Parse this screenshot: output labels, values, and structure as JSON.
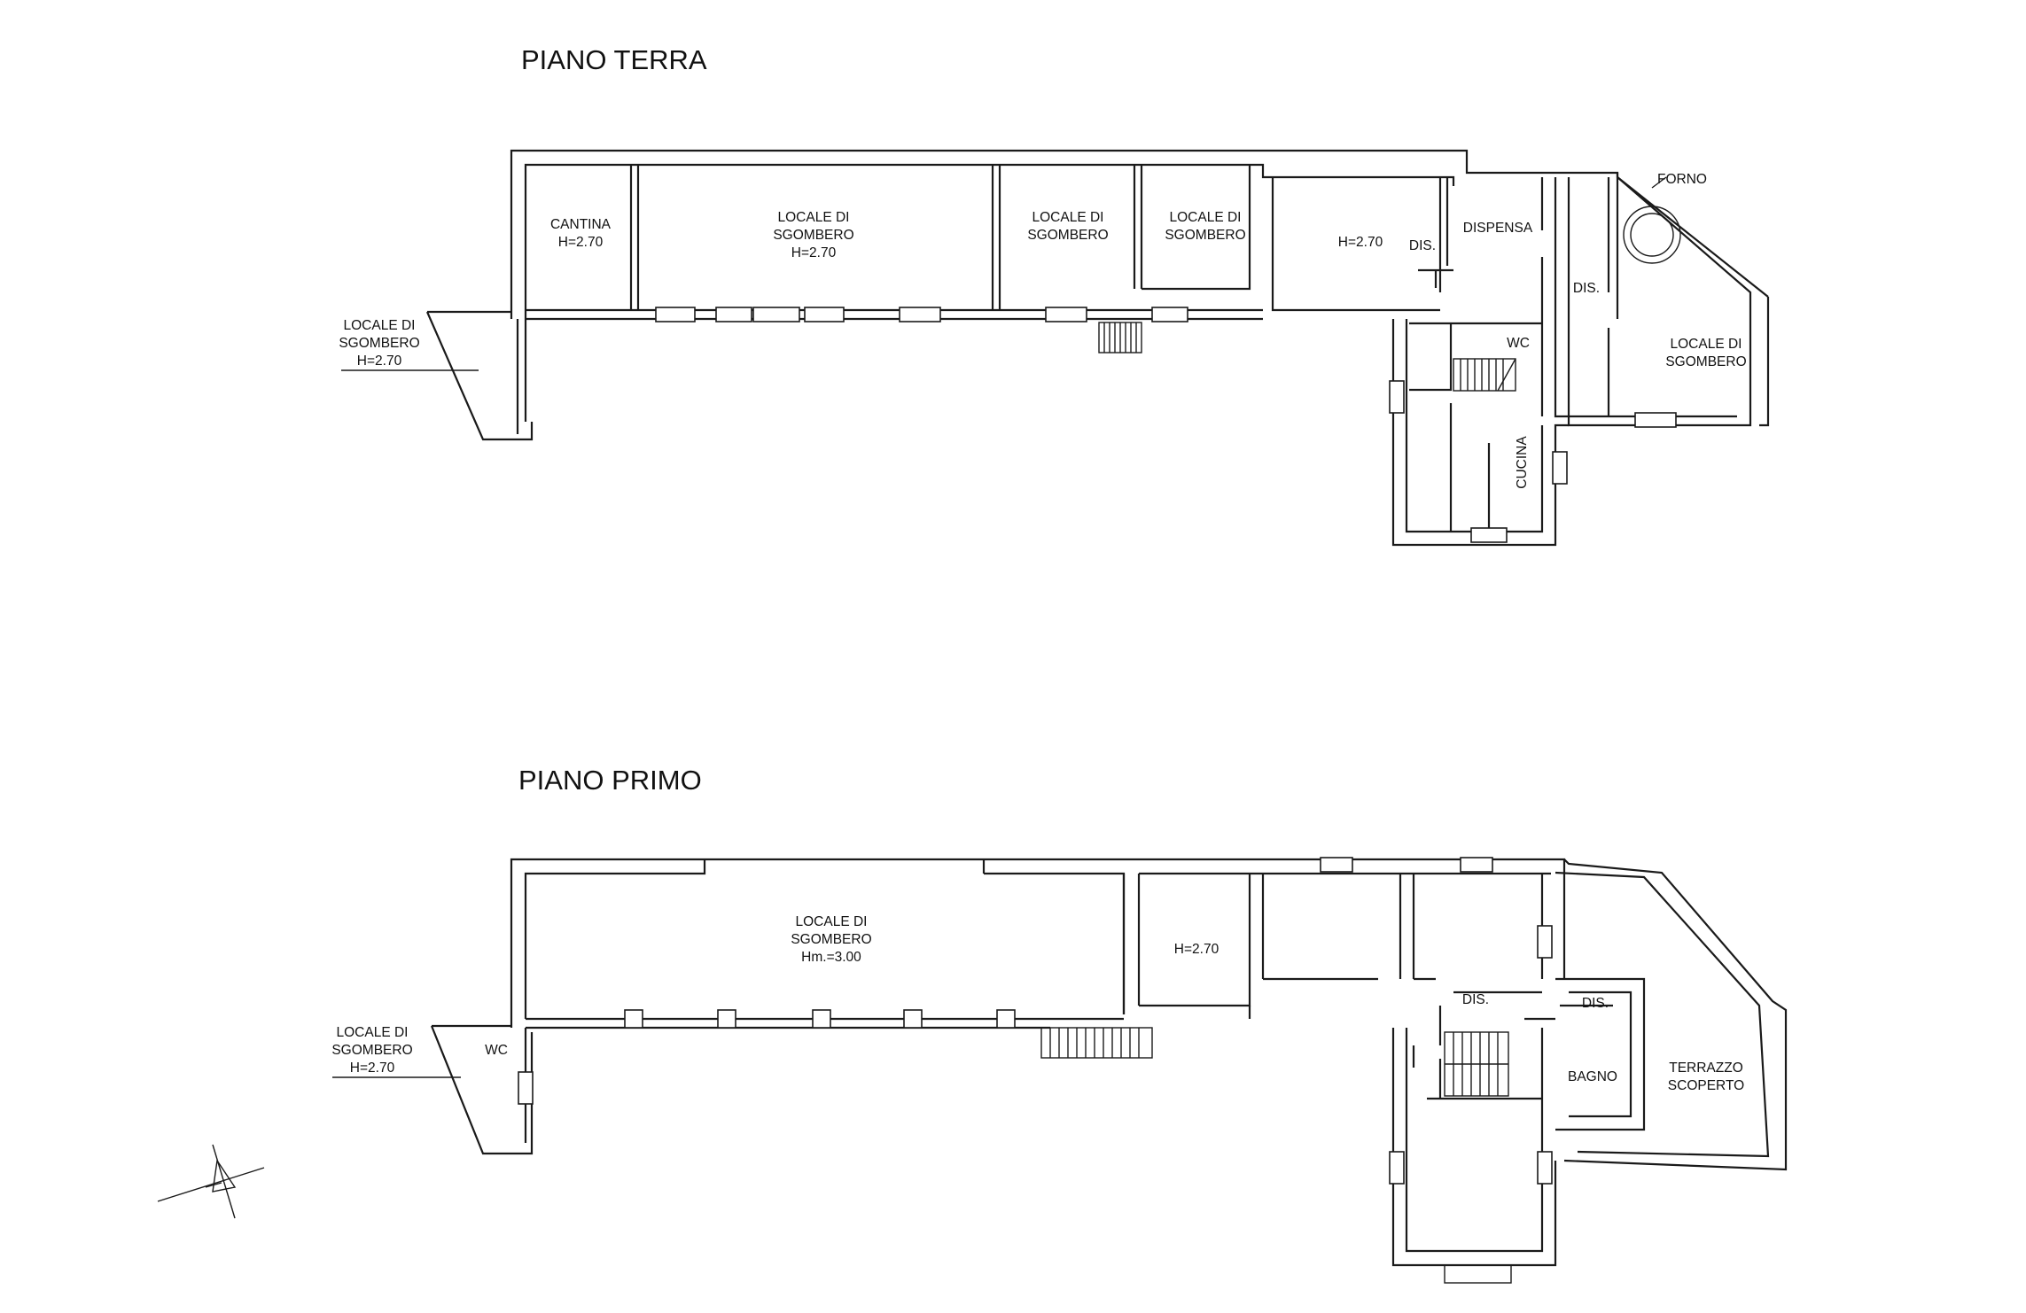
{
  "titles": {
    "ground": "PIANO TERRA",
    "first": "PIANO PRIMO"
  },
  "ground_floor": {
    "rooms": [
      {
        "id": "cantina",
        "lines": [
          "CANTINA",
          "H=2.70"
        ]
      },
      {
        "id": "sgombero-1",
        "lines": [
          "LOCALE DI",
          "SGOMBERO",
          "H=2.70"
        ]
      },
      {
        "id": "sgombero-2",
        "lines": [
          "LOCALE DI",
          "SGOMBERO"
        ]
      },
      {
        "id": "sgombero-3",
        "lines": [
          "LOCALE DI",
          "SGOMBERO"
        ]
      },
      {
        "id": "room-h270",
        "lines": [
          "H=2.70"
        ]
      },
      {
        "id": "dis-1",
        "lines": [
          "DIS."
        ]
      },
      {
        "id": "dispensa",
        "lines": [
          "DISPENSA"
        ]
      },
      {
        "id": "dis-2",
        "lines": [
          "DIS."
        ]
      },
      {
        "id": "forno",
        "lines": [
          "FORNO"
        ]
      },
      {
        "id": "wc",
        "lines": [
          "WC"
        ]
      },
      {
        "id": "sgombero-east",
        "lines": [
          "LOCALE DI",
          "SGOMBERO"
        ]
      },
      {
        "id": "cucina",
        "lines": [
          "CUCINA"
        ]
      },
      {
        "id": "sgombero-west",
        "lines": [
          "LOCALE DI",
          "SGOMBERO",
          "H=2.70"
        ]
      }
    ]
  },
  "first_floor": {
    "rooms": [
      {
        "id": "sgombero-main",
        "lines": [
          "LOCALE DI",
          "SGOMBERO",
          "Hm.=3.00"
        ]
      },
      {
        "id": "room-h270",
        "lines": [
          "H=2.70"
        ]
      },
      {
        "id": "dis-1",
        "lines": [
          "DIS."
        ]
      },
      {
        "id": "dis-2",
        "lines": [
          "DIS."
        ]
      },
      {
        "id": "bagno",
        "lines": [
          "BAGNO"
        ]
      },
      {
        "id": "terrazzo",
        "lines": [
          "TERRAZZO",
          "SCOPERTO"
        ]
      },
      {
        "id": "wc",
        "lines": [
          "WC"
        ]
      },
      {
        "id": "sgombero-west",
        "lines": [
          "LOCALE DI",
          "SGOMBERO",
          "H=2.70"
        ]
      }
    ]
  }
}
